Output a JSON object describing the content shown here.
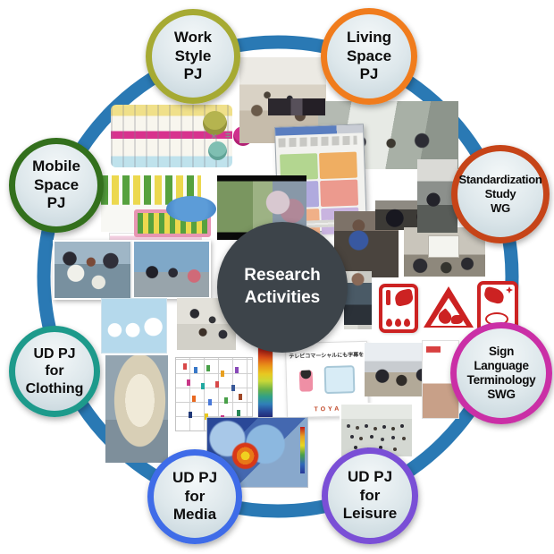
{
  "diagram": {
    "center": {
      "label": "Research\nActivities",
      "bg_color": "#3d444a",
      "text_color": "#ffffff"
    },
    "ring_color": "#2a79b4",
    "nodes": [
      {
        "id": "work-style-pj",
        "label": "Work\nStyle\nPJ",
        "border_color": "#a6aa33"
      },
      {
        "id": "living-space-pj",
        "label": "Living\nSpace\nPJ",
        "border_color": "#f07c1d"
      },
      {
        "id": "standardization-study-wg",
        "label": "Standardization\nStudy\nWG",
        "border_color": "#c64418"
      },
      {
        "id": "sign-language-terminology-swg",
        "label": "Sign\nLanguage\nTerminology\nSWG",
        "border_color": "#ca2fa6"
      },
      {
        "id": "ud-pj-for-leisure",
        "label": "UD PJ\nfor\nLeisure",
        "border_color": "#7a4fd6"
      },
      {
        "id": "ud-pj-for-media",
        "label": "UD PJ\nfor\nMedia",
        "border_color": "#3f6ce8"
      },
      {
        "id": "ud-pj-for-clothing",
        "label": "UD PJ\nfor\nClothing",
        "border_color": "#1d9a8b"
      },
      {
        "id": "mobile-space-pj",
        "label": "Mobile\nSpace\nPJ",
        "border_color": "#33701d"
      }
    ]
  },
  "collage": {
    "lifestage_diagram": {
      "multiply_sign": "×",
      "equals_sign": "="
    },
    "tv_poster": {
      "heading": "テレビコマーシャルにも字幕を",
      "brand": "TOYA"
    }
  }
}
